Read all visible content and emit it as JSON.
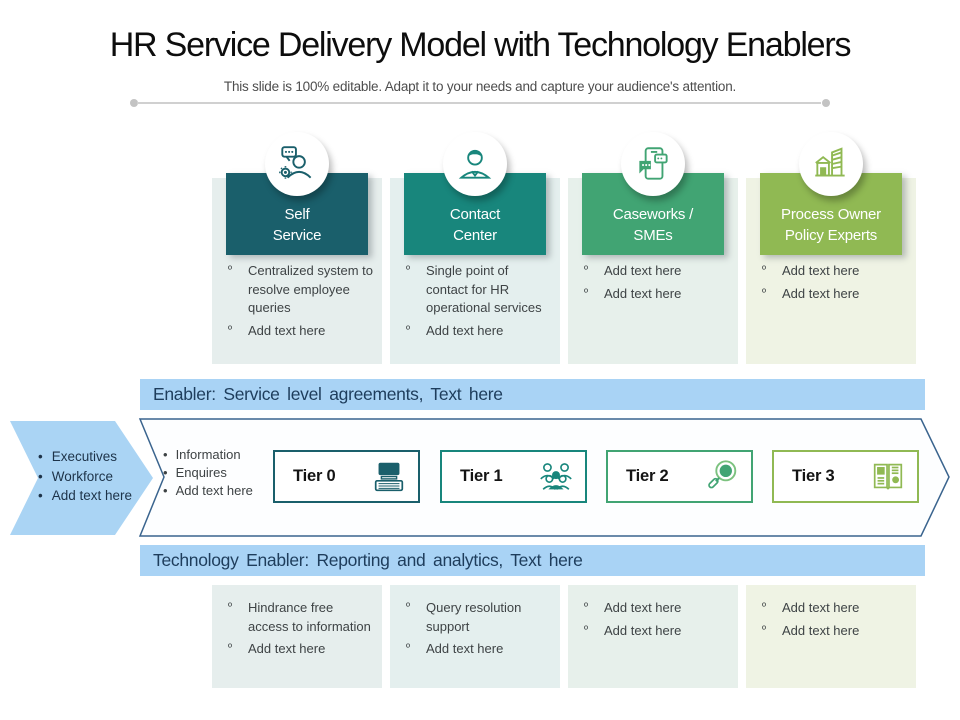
{
  "title": "HR Service Delivery Model with Technology Enablers",
  "subtitle": "This slide is 100% editable. Adapt it to your needs and capture your audience's attention.",
  "bullet_marker": "º",
  "enabler_band": {
    "label": "Enabler: Service level agreements, Text here"
  },
  "technology_band": {
    "label": "Technology Enabler: Reporting and analytics, Text here"
  },
  "audience_arrow": {
    "items": [
      "Executives",
      "Workforce",
      "Add text here"
    ]
  },
  "flow_list": {
    "items": [
      "Information",
      "Enquires",
      "Add text here"
    ]
  },
  "columns": [
    {
      "title_lines": [
        "Self",
        "Service"
      ],
      "icon": "person-chat-gear-icon",
      "header_color": "#1a5f6b",
      "panel_color": "#e6eeed",
      "top_bullets": [
        "Centralized system to resolve employee queries",
        "Add text here"
      ],
      "bottom_bullets": [
        "Hindrance free access to information",
        "Add text here"
      ]
    },
    {
      "title_lines": [
        "Contact",
        "Center"
      ],
      "icon": "support-agent-icon",
      "header_color": "#18867c",
      "panel_color": "#e4efee",
      "top_bullets": [
        "Single point of contact for HR operational services",
        "Add text here"
      ],
      "bottom_bullets": [
        "Query resolution support",
        "Add text here"
      ]
    },
    {
      "title_lines": [
        "Caseworks /",
        "SMEs"
      ],
      "icon": "phone-chat-icon",
      "header_color": "#41a473",
      "panel_color": "#e7f0eb",
      "top_bullets": [
        "Add text here",
        "Add text here"
      ],
      "bottom_bullets": [
        "Add text here",
        "Add text here"
      ]
    },
    {
      "title_lines": [
        "Process Owner",
        "Policy Experts"
      ],
      "icon": "buildings-icon",
      "header_color": "#90b953",
      "panel_color": "#eff3e4",
      "top_bullets": [
        "Add text here",
        "Add text here"
      ],
      "bottom_bullets": [
        "Add text here",
        "Add text here"
      ]
    }
  ],
  "tiers": [
    {
      "label": "Tier 0",
      "icon": "laptop-icon",
      "border_color": "#1a5f6b"
    },
    {
      "label": "Tier 1",
      "icon": "team-icon",
      "border_color": "#18867c"
    },
    {
      "label": "Tier 2",
      "icon": "magnifier-icon",
      "border_color": "#41a473"
    },
    {
      "label": "Tier 3",
      "icon": "open-book-icon",
      "border_color": "#90b953"
    }
  ],
  "colors": {
    "band_bg": "#a9d3f5",
    "band_text": "#1e3d5c",
    "audience_arrow_fill": "#aad4f4",
    "flow_arrow_outline": "#3a648e",
    "body_text": "#3e4345",
    "audience_text": "#1d3349"
  }
}
